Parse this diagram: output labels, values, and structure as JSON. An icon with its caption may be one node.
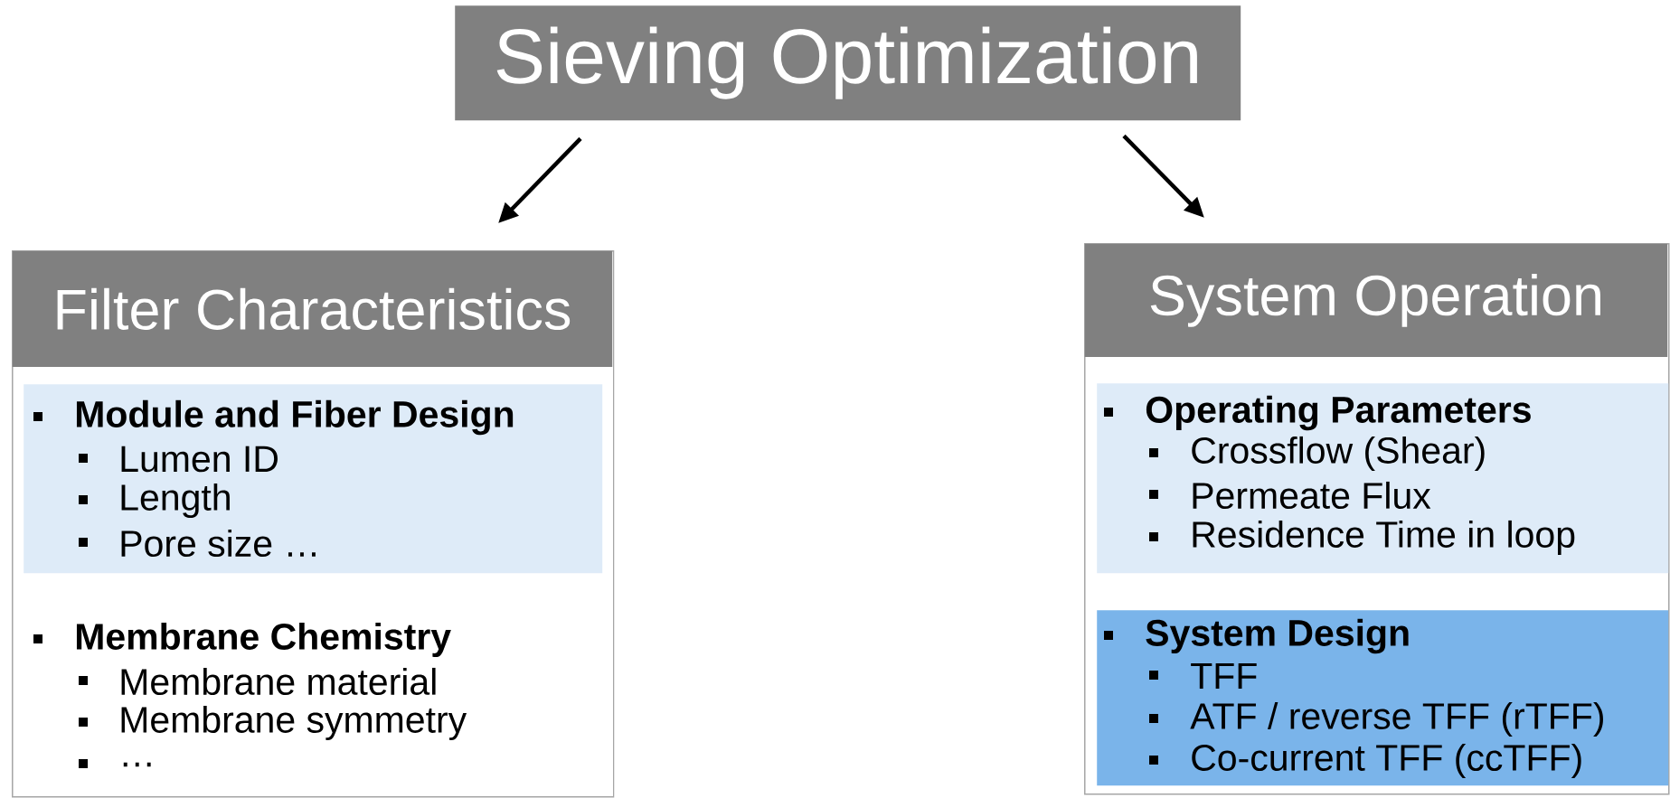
{
  "diagram": {
    "nodes": [
      {
        "text": [
          "Sieving Optimization"
        ]
      },
      {
        "text": [
          "Filter Characteristics",
          "Membrane Chemistry",
          "Membrane material",
          "Membrane symmetry",
          "…"
        ]
      },
      {
        "text": [
          "Module and Fiber Design",
          "Lumen ID",
          "Length",
          "Pore size …"
        ],
        "in": 1
      },
      {
        "text": [
          "System Operation"
        ]
      },
      {
        "text": [
          "Operating Parameters",
          "Crossflow (Shear)",
          "Permeate Flux",
          "Residence Time in loop"
        ],
        "in": 3
      },
      {
        "text": [
          "System Design",
          "TFF",
          "ATF / reverse TFF (rTFF)",
          "Co-current TFF (ccTFF)"
        ],
        "in": 3
      }
    ],
    "edges": [
      {
        "from": 0,
        "to": 1,
        "arrow": "to"
      },
      {
        "from": 0,
        "to": 3,
        "arrow": "to"
      }
    ]
  }
}
